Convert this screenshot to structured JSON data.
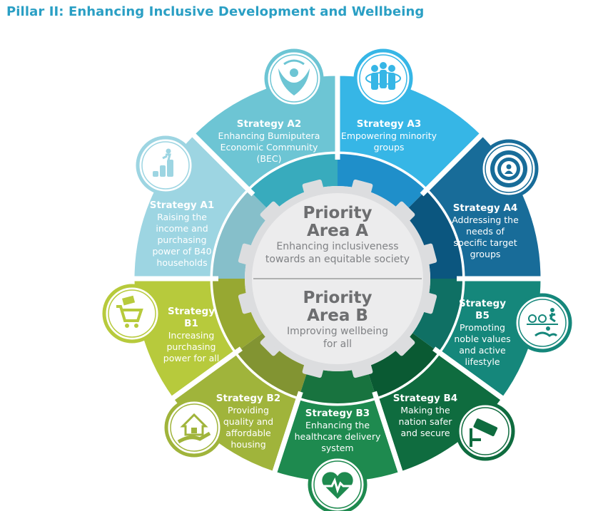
{
  "title": "Pillar II: Enhancing Inclusive Development and Wellbeing",
  "priority_a": {
    "heading_1": "Priority",
    "heading_2": "Area A",
    "desc_1": "Enhancing inclusiveness",
    "desc_2": "towards an equitable society"
  },
  "priority_b": {
    "heading_1": "Priority",
    "heading_2": "Area B",
    "desc_1": "Improving wellbeing",
    "desc_2": "for all"
  },
  "strategies": [
    {
      "id": "A1",
      "title": "Strategy A1",
      "lines": [
        "Raising the",
        "income and",
        "purchasing",
        "power of B40",
        "households"
      ],
      "icon": "stairs-climb-icon",
      "color": "#9dd5e2",
      "inner": "#86bfca"
    },
    {
      "id": "A2",
      "title": "Strategy A2",
      "lines": [
        "Enhancing Bumiputera",
        "Economic Community",
        "(BEC)"
      ],
      "icon": "bec-emblem-icon",
      "color": "#6dc5d4",
      "inner": "#38abbd"
    },
    {
      "id": "A3",
      "title": "Strategy A3",
      "lines": [
        "Empowering minority",
        "groups"
      ],
      "icon": "people-circle-icon",
      "color": "#36b6e6",
      "inner": "#1f8fca"
    },
    {
      "id": "A4",
      "title": "Strategy A4",
      "lines": [
        "Addressing the",
        "needs of",
        "specific target",
        "groups"
      ],
      "icon": "target-person-icon",
      "color": "#186c99",
      "inner": "#0b567f"
    },
    {
      "id": "B1",
      "title": "Strategy",
      "title2": "B1",
      "lines": [
        "Increasing",
        "purchasing",
        "power for all"
      ],
      "icon": "shopping-cart-icon",
      "color": "#b7ca3c",
      "inner": "#97a832"
    },
    {
      "id": "B2",
      "title": "Strategy B2",
      "lines": [
        "Providing",
        "quality and",
        "affordable",
        "housing"
      ],
      "icon": "house-hand-icon",
      "color": "#a0b43b",
      "inner": "#829432"
    },
    {
      "id": "B3",
      "title": "Strategy B3",
      "lines": [
        "Enhancing the",
        "healthcare delivery",
        "system"
      ],
      "icon": "heart-pulse-icon",
      "color": "#1e8a4f",
      "inner": "#18733f"
    },
    {
      "id": "B4",
      "title": "Strategy B4",
      "lines": [
        "Making the",
        "nation safer",
        "and secure"
      ],
      "icon": "cctv-camera-icon",
      "color": "#0f6c3f",
      "inner": "#0a5a33"
    },
    {
      "id": "B5",
      "title": "Strategy",
      "title2": "B5",
      "lines": [
        "Promoting",
        "noble values",
        "and active",
        "lifestyle"
      ],
      "icon": "sports-icon",
      "color": "#15877b",
      "inner": "#0f7064"
    }
  ]
}
